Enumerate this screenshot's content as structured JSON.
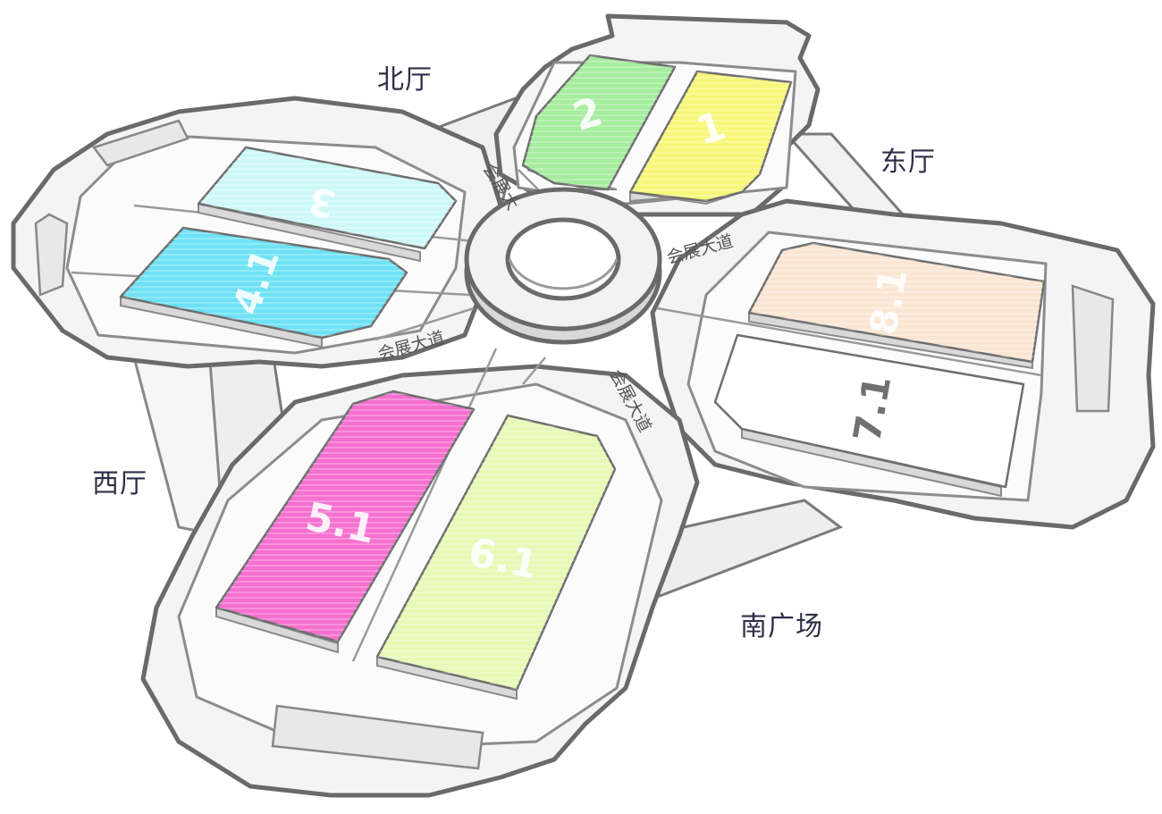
{
  "regions": {
    "north": "北厅",
    "east": "东厅",
    "west": "西厅",
    "south": "南广场"
  },
  "roads": {
    "north": "会展大",
    "east": "会展大道",
    "west": "会展大道",
    "south": "会展大道"
  },
  "halls": [
    {
      "id": "1",
      "label": "1",
      "color": "#f7f77a"
    },
    {
      "id": "2",
      "label": "2",
      "color": "#a6ec9e"
    },
    {
      "id": "3",
      "label": "3",
      "color": "#cef8f8"
    },
    {
      "id": "4.1",
      "label": "4.1",
      "color": "#6ee2f4"
    },
    {
      "id": "5.1",
      "label": "5.1",
      "color": "#f570cf"
    },
    {
      "id": "6.1",
      "label": "6.1",
      "color": "#e6f9b6"
    },
    {
      "id": "7.1",
      "label": "7.1",
      "color": "#ffffff"
    },
    {
      "id": "8.1",
      "label": "8.1",
      "color": "#fae6d3"
    }
  ],
  "colors": {
    "outline": "#6a6a6a",
    "ground": "#f4f4f4"
  }
}
